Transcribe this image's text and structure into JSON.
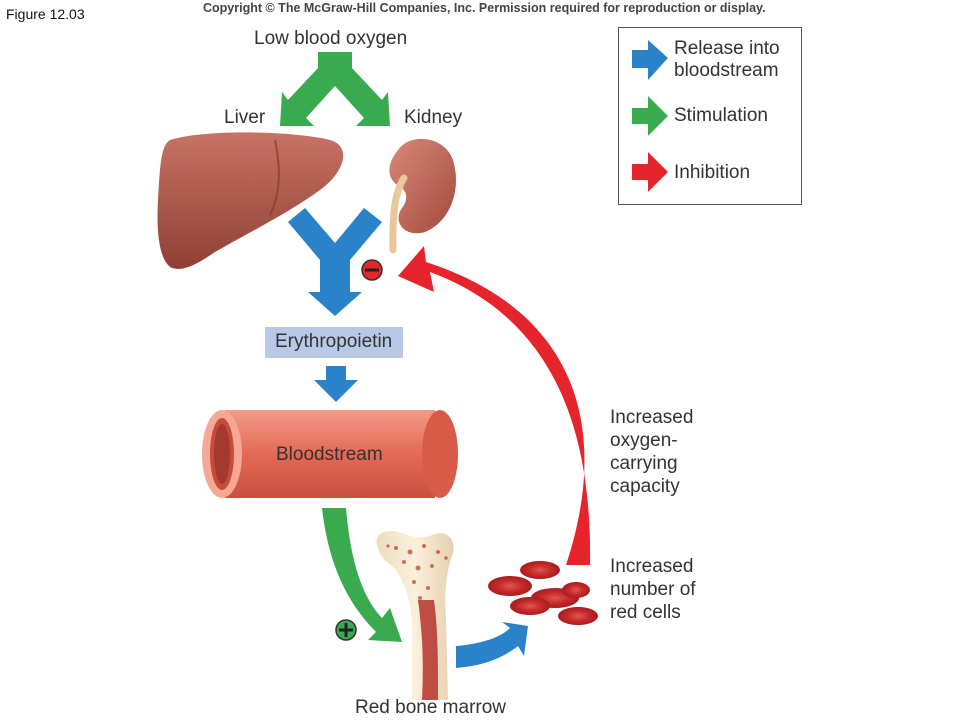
{
  "figure_label": "Figure 12.03",
  "copyright": "Copyright © The McGraw-Hill Companies, Inc. Permission required for reproduction or display.",
  "labels": {
    "low_blood_oxygen": "Low blood oxygen",
    "liver": "Liver",
    "kidney": "Kidney",
    "erythropoietin": "Erythropoietin",
    "bloodstream": "Bloodstream",
    "red_bone_marrow": "Red bone marrow",
    "increased_oxygen": "Increased oxygen-carrying capacity",
    "increased_red_cells": "Increased number of red cells"
  },
  "legend": {
    "release": "Release into bloodstream",
    "stimulation": "Stimulation",
    "inhibition": "Inhibition"
  },
  "signs": {
    "minus": "−",
    "plus": "+"
  },
  "colors": {
    "release": "#2a83c8",
    "stimulation": "#3aaa4f",
    "inhibition": "#e5242b",
    "organ": "#b5584b",
    "vessel": "#e9705c",
    "erythropoietin_box": "#b8c9e8"
  }
}
